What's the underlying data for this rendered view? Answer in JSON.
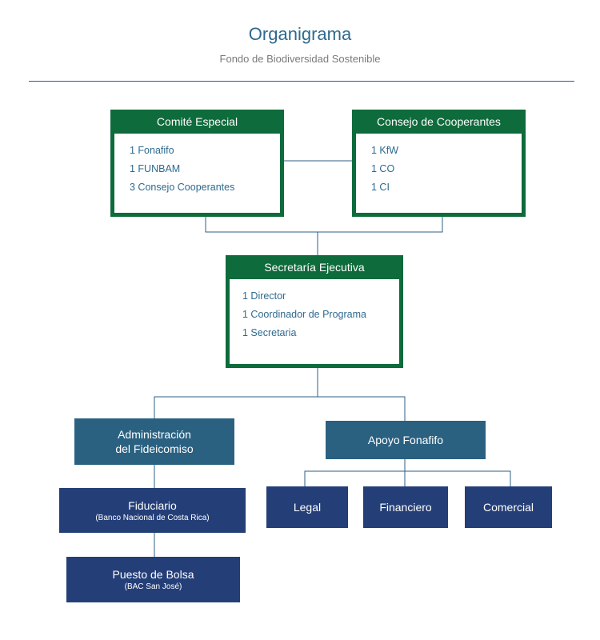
{
  "header": {
    "title": "Organigrama",
    "subtitle": "Fondo de Biodiversidad Sostenible"
  },
  "nodes": {
    "comite": {
      "title": "Comité Especial",
      "items": [
        "1 Fonafifo",
        "1 FUNBAM",
        "3 Consejo Cooperantes"
      ]
    },
    "consejo": {
      "title": "Consejo de Cooperantes",
      "items": [
        "1 KfW",
        "1 CO",
        "1 CI"
      ]
    },
    "secretaria": {
      "title": "Secretaría Ejecutiva",
      "items": [
        "1 Director",
        "1 Coordinador de Programa",
        "1 Secretaria"
      ]
    },
    "administracion": {
      "line1": "Administración",
      "line2": "del Fideicomiso"
    },
    "apoyo": {
      "label": "Apoyo Fonafifo"
    },
    "fiduciario": {
      "label": "Fiduciario",
      "sub": "(Banco Nacional de Costa Rica)"
    },
    "puesto": {
      "label": "Puesto de Bolsa",
      "sub": "(BAC San José)"
    },
    "legal": {
      "label": "Legal"
    },
    "financiero": {
      "label": "Financiero"
    },
    "comercial": {
      "label": "Comercial"
    }
  },
  "colors": {
    "green": "#0e6b3b",
    "teal": "#2a6181",
    "navy": "#243f78",
    "title": "#2e6a8e",
    "subtitle": "#7a7a7a"
  }
}
